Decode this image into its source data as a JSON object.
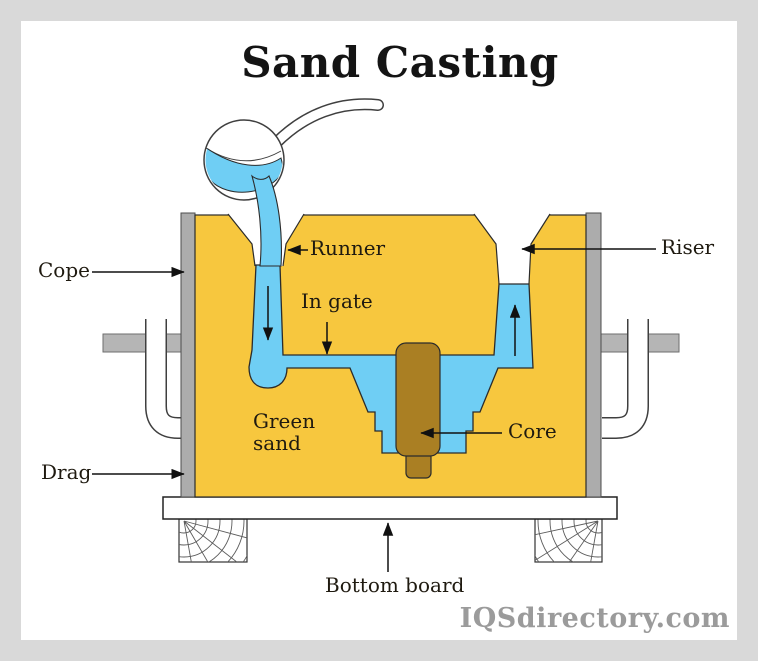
{
  "title": "Sand Casting",
  "watermark": "IQSdirectory.com",
  "labels": {
    "cope": "Cope",
    "runner": "Runner",
    "in_gate": "In gate",
    "riser": "Riser",
    "green_sand": "Green sand",
    "core": "Core",
    "drag": "Drag",
    "bottom_board": "Bottom board"
  },
  "colors": {
    "sand": "#F7C73E",
    "molten_metal": "#6FCEF4",
    "core": "#AA7F23",
    "flask_wall": "#ACACAC",
    "clamp_bar": "#B5B5B5",
    "frame": "#D9D9D9",
    "outline": "#2B2B2B",
    "watermark_gray": "#9B9B9B"
  }
}
